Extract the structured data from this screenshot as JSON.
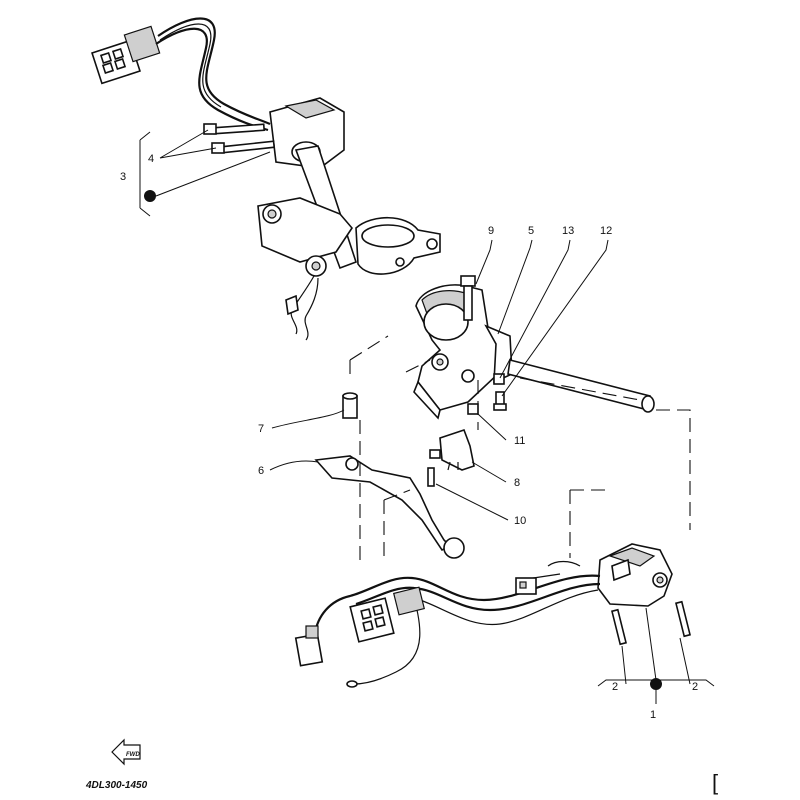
{
  "diagram": {
    "callouts": {
      "c1": "1",
      "c2a": "2",
      "c2b": "2",
      "c3": "3",
      "c4": "4",
      "c5": "5",
      "c6": "6",
      "c7": "7",
      "c8": "8",
      "c9": "9",
      "c10": "10",
      "c11": "11",
      "c12": "12",
      "c13": "13"
    },
    "drawing_code": "4DL300-1450",
    "frame_mark": "["
  }
}
